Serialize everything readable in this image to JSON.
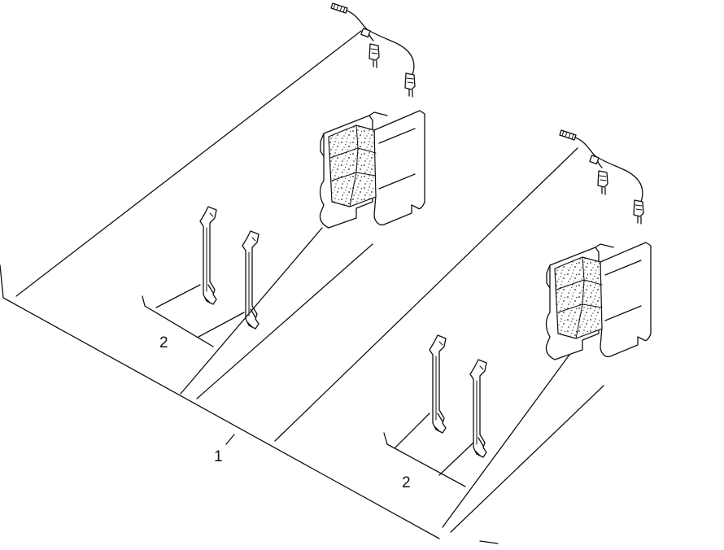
{
  "callouts": {
    "pad_set": "1",
    "clips_left": "2",
    "clips_right": "2"
  }
}
